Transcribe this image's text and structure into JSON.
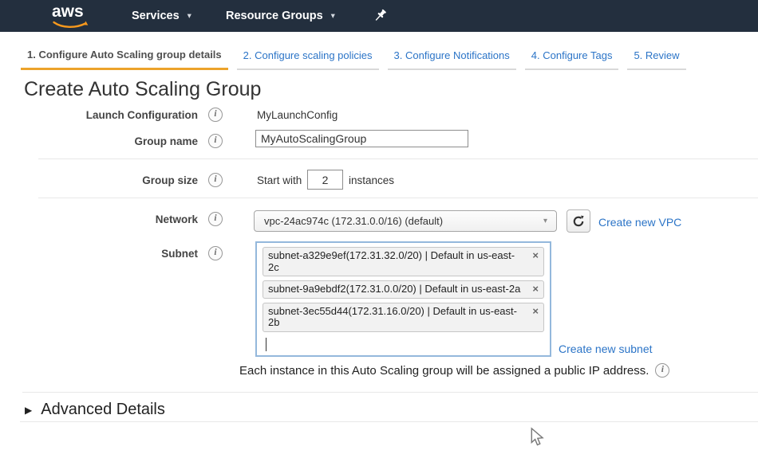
{
  "navbar": {
    "logo_text": "aws",
    "menus": [
      {
        "label": "Services"
      },
      {
        "label": "Resource Groups"
      }
    ]
  },
  "steps": [
    {
      "label": "1. Configure Auto Scaling group details",
      "active": true
    },
    {
      "label": "2. Configure scaling policies",
      "active": false
    },
    {
      "label": "3. Configure Notifications",
      "active": false
    },
    {
      "label": "4. Configure Tags",
      "active": false
    },
    {
      "label": "5. Review",
      "active": false
    }
  ],
  "page": {
    "title": "Create Auto Scaling Group"
  },
  "form": {
    "launch_configuration": {
      "label": "Launch Configuration",
      "value": "MyLaunchConfig"
    },
    "group_name": {
      "label": "Group name",
      "value": "MyAutoScalingGroup"
    },
    "group_size": {
      "label": "Group size",
      "prefix": "Start with",
      "value": "2",
      "suffix": "instances"
    },
    "network": {
      "label": "Network",
      "selected": "vpc-24ac974c (172.31.0.0/16) (default)",
      "create_link": "Create new VPC"
    },
    "subnet": {
      "label": "Subnet",
      "selected": [
        "subnet-a329e9ef(172.31.32.0/20) | Default in us-east-2c",
        "subnet-9a9ebdf2(172.31.0.0/20) | Default in us-east-2a",
        "subnet-3ec55d44(172.31.16.0/20) | Default in us-east-2b"
      ],
      "create_link": "Create new subnet",
      "note": "Each instance in this Auto Scaling group will be assigned a public IP address."
    }
  },
  "advanced": {
    "label": "Advanced Details"
  },
  "icons": {
    "close": "×",
    "caret_down": "▾",
    "triangle_right": "▶",
    "info": "i"
  },
  "colors": {
    "navbar_bg": "#232f3e",
    "logo_smile": "#f8991d",
    "active_step_underline": "#eca32b",
    "link_blue": "#2b74c7",
    "subnet_box_border": "#94b8dc"
  }
}
